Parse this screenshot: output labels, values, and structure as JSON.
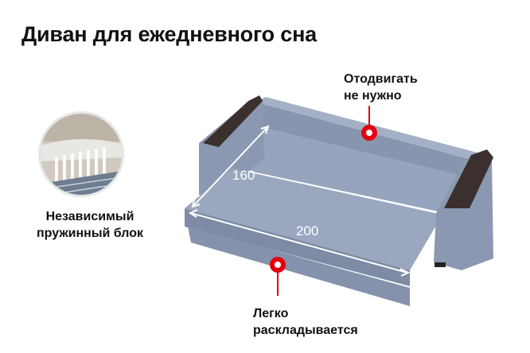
{
  "title": "Диван для ежедневного сна",
  "features": [
    {
      "id": "no-move",
      "lines": [
        "Отодвигать",
        "не нужно"
      ]
    },
    {
      "id": "spring-block",
      "lines": [
        "Независимый",
        "пружинный блок"
      ]
    },
    {
      "id": "easy-unfold",
      "lines": [
        "Легко",
        "раскладывается"
      ]
    }
  ],
  "dimensions": {
    "width": "160",
    "length": "200"
  },
  "colors": {
    "upholstery": "#93a0ba",
    "upholstery_dark": "#7a87a1",
    "armrest_top": "#3b302d",
    "marker": "#e3000f",
    "text": "#111111"
  }
}
